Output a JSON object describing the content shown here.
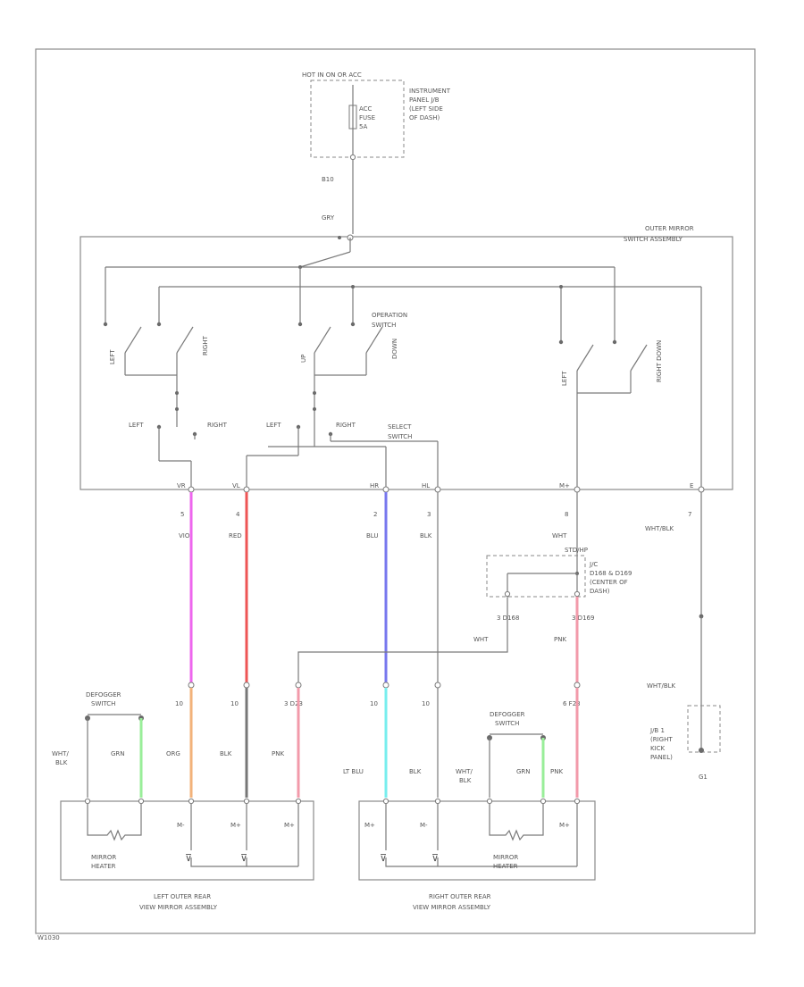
{
  "colors": {
    "wire_violet": "#ee66ee",
    "wire_red": "#ee5555",
    "wire_blue": "#7777ee",
    "wire_orange": "#f2b27a",
    "wire_cyan": "#77eeee",
    "wire_pink": "#f29aaa",
    "wire_green": "#99ee99",
    "wire_gray": "#777777"
  },
  "fuse": {
    "box_title": "HOT IN ON OR ACC",
    "jb_desc_lines": [
      "INSTRUMENT",
      "PANEL J/B",
      "(LEFT SIDE",
      "OF DASH)"
    ],
    "fuse_lines": [
      "ACC",
      "FUSE",
      "5A"
    ],
    "connector": "B10",
    "wire": "GRY"
  },
  "switch_assembly": {
    "title_lines": [
      "OUTER MIRROR",
      "SWITCH ASSEMBLY"
    ],
    "op_switch_lines": [
      "OPERATION",
      "SWITCH"
    ],
    "select_switch_lines": [
      "SELECT",
      "SWITCH"
    ],
    "contact_labels": [
      "LEFT",
      "RIGHT",
      "UP",
      "DOWN",
      "LEFT",
      "RIGHT DOWN"
    ],
    "select_left_1": "LEFT",
    "select_right_1": "RIGHT",
    "select_left_2": "LEFT",
    "select_right_2": "RIGHT",
    "pin_codes": [
      "VR",
      "VL",
      "HR",
      "HL",
      "M+",
      "E"
    ]
  },
  "wires": [
    {
      "pin": "5",
      "color_code": "VIO"
    },
    {
      "pin": "4",
      "color_code": "RED"
    },
    {
      "pin": "2",
      "color_code": "BLU"
    },
    {
      "pin": "3",
      "color_code": "BLK"
    },
    {
      "pin": "8",
      "color_code": "WHT"
    },
    {
      "pin": "7",
      "color_code": "WHT/BLK"
    }
  ],
  "junction": {
    "top": "STD/HP",
    "desc_lines": [
      "J/C",
      "D168 & D169",
      "(CENTER OF",
      "DASH)"
    ],
    "left_pin": "3  D168",
    "right_pin": "3  D169",
    "left_wire": "WHT",
    "right_wire": "PNK"
  },
  "ground": {
    "wire": "WHT/BLK",
    "desc_lines": [
      "J/B 1",
      "(RIGHT",
      "KICK",
      "PANEL)"
    ],
    "id": "G1"
  },
  "left_mirror": {
    "defogger_lines": [
      "DEFOGGER",
      "SWITCH"
    ],
    "pins": [
      "10",
      "10",
      "3  D23"
    ],
    "wires": [
      "WHT/",
      "BLK",
      "GRN",
      "ORG",
      "BLK",
      "PNK"
    ],
    "motor_pins": [
      "M-",
      "M+",
      "M+"
    ],
    "heater_lines": [
      "MIRROR",
      "HEATER"
    ],
    "assembly_lines": [
      "LEFT OUTER REAR",
      "VIEW MIRROR ASSEMBLY"
    ]
  },
  "right_mirror": {
    "defogger_lines": [
      "DEFOGGER",
      "SWITCH"
    ],
    "pins": [
      "10",
      "10",
      "6  F23"
    ],
    "wires": [
      "LT BLU",
      "BLK",
      "WHT/",
      "BLK",
      "GRN",
      "PNK"
    ],
    "motor_pins": [
      "M+",
      "M-",
      "M+"
    ],
    "heater_lines": [
      "MIRROR",
      "HEATER"
    ],
    "assembly_lines": [
      "RIGHT OUTER REAR",
      "VIEW MIRROR ASSEMBLY"
    ]
  },
  "footer_id": "W1030"
}
